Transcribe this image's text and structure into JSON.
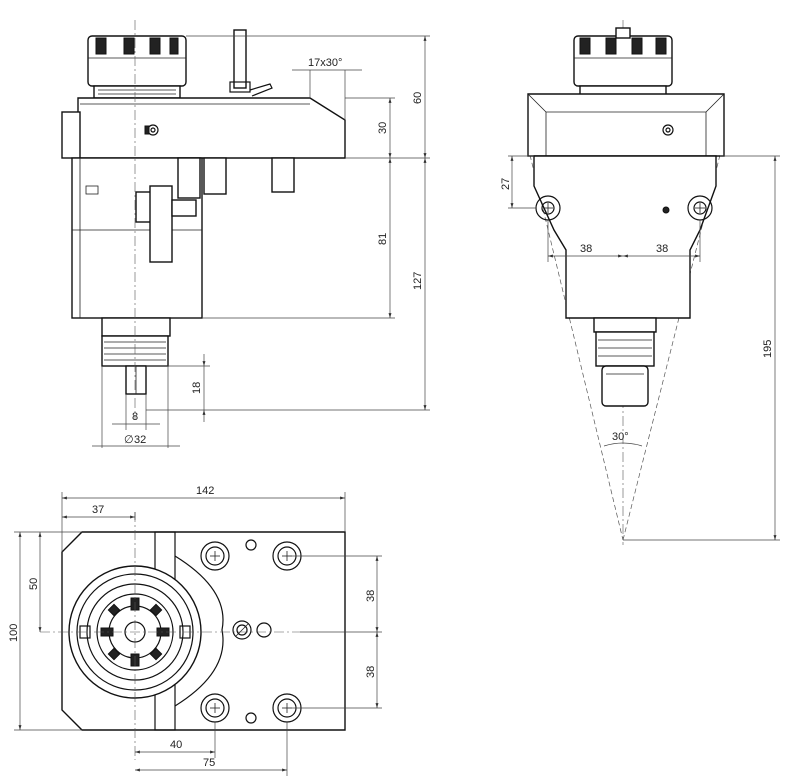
{
  "drawing": {
    "side_view": {
      "dimensions": {
        "chamfer": "17x30°",
        "height_60": "60",
        "height_30": "30",
        "height_81": "81",
        "height_127": "127",
        "height_18": "18",
        "width_8": "8",
        "diameter_32": "32",
        "diameter_symbol": "∅"
      }
    },
    "front_view": {
      "dimensions": {
        "offset_27": "27",
        "spacing_38_left": "38",
        "spacing_38_right": "38",
        "reach_195": "195",
        "angle_30": "30°"
      }
    },
    "top_view": {
      "dimensions": {
        "width_142": "142",
        "offset_37": "37",
        "height_100": "100",
        "height_50": "50",
        "spacing_38_top": "38",
        "spacing_38_bottom": "38",
        "offset_40": "40",
        "offset_75": "75"
      }
    }
  }
}
